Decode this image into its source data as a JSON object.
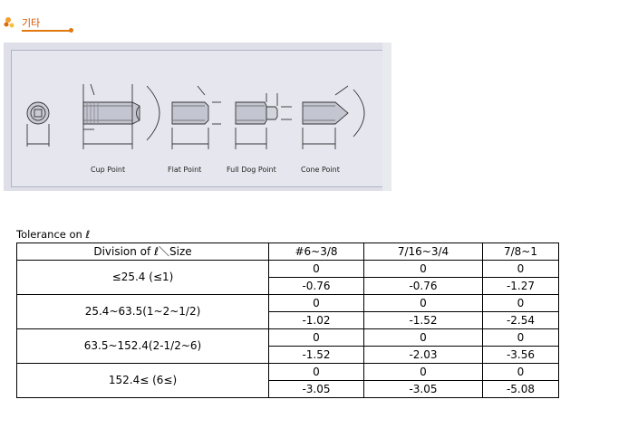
{
  "header": {
    "title": "기타"
  },
  "figure": {
    "labels": [
      "Cup Point",
      "Flat Point",
      "Full Dog Point",
      "Cone Point"
    ]
  },
  "tolerance": {
    "caption": "Tolerance on ℓ",
    "columns": [
      "Division of ℓ＼Size",
      "#6~3/8",
      "7/16~3/4",
      "7/8~1"
    ],
    "rows": [
      {
        "division": "≤25.4 (≤1)",
        "upper": [
          "0",
          "0",
          "0"
        ],
        "lower": [
          "-0.76",
          "-0.76",
          "-1.27"
        ]
      },
      {
        "division": "25.4~63.5(1~2~1/2)",
        "upper": [
          "0",
          "0",
          "0"
        ],
        "lower": [
          "-1.02",
          "-1.52",
          "-2.54"
        ]
      },
      {
        "division": "63.5~152.4(2-1/2~6)",
        "upper": [
          "0",
          "0",
          "0"
        ],
        "lower": [
          "-1.52",
          "-2.03",
          "-3.56"
        ]
      },
      {
        "division": "152.4≤ (6≤)",
        "upper": [
          "0",
          "0",
          "0"
        ],
        "lower": [
          "-3.05",
          "-3.05",
          "-5.08"
        ]
      }
    ]
  }
}
